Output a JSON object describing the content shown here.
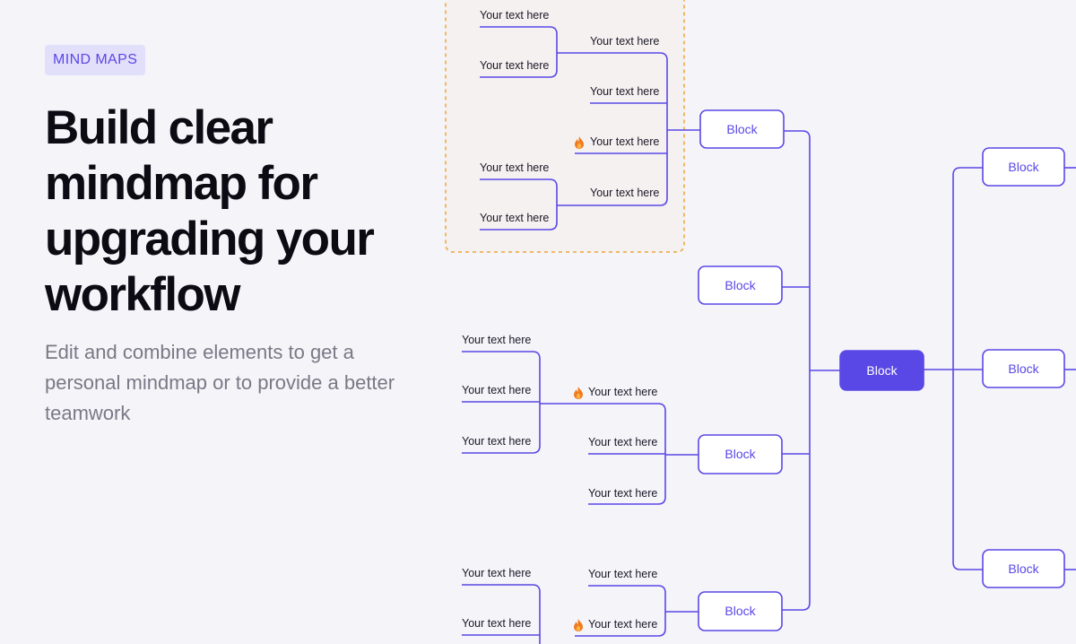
{
  "header": {
    "badge": "MIND MAPS",
    "headline": "Build clear mindmap for upgrading your workflow",
    "subtitle": "Edit and combine elements to get a personal mindmap or to provide a better teamwork"
  },
  "mindmap": {
    "colors": {
      "accent": "#5a48e6",
      "frame_border": "#eca53b",
      "frame_fill": "#f5f1f1",
      "fire": "#f07b1f"
    },
    "central_block": "Block",
    "blocks": [
      {
        "name": "block-top",
        "label": "Block"
      },
      {
        "name": "block-upper-mid",
        "label": "Block"
      },
      {
        "name": "block-lower-mid",
        "label": "Block"
      },
      {
        "name": "block-bottom",
        "label": "Block"
      },
      {
        "name": "block-right-top",
        "label": "Block"
      },
      {
        "name": "block-right-mid",
        "label": "Block"
      },
      {
        "name": "block-right-bottom",
        "label": "Block"
      }
    ],
    "nodes": [
      {
        "label": "Your text here",
        "fire": false
      },
      {
        "label": "Your text here",
        "fire": false
      },
      {
        "label": "Your text here",
        "fire": false
      },
      {
        "label": "Your text here",
        "fire": false
      },
      {
        "label": "Your text here",
        "fire": true
      },
      {
        "label": "Your text here",
        "fire": false
      },
      {
        "label": "Your text here",
        "fire": false
      },
      {
        "label": "Your text here",
        "fire": false
      },
      {
        "label": "Your text here",
        "fire": false
      },
      {
        "label": "Your text here",
        "fire": false
      },
      {
        "label": "Your text here",
        "fire": false
      },
      {
        "label": "Your text here",
        "fire": true
      },
      {
        "label": "Your text here",
        "fire": false
      },
      {
        "label": "Your text here",
        "fire": false
      },
      {
        "label": "Your text here",
        "fire": false
      },
      {
        "label": "Your text here",
        "fire": false
      },
      {
        "label": "Your text here",
        "fire": false
      },
      {
        "label": "Your text here",
        "fire": true
      }
    ]
  }
}
